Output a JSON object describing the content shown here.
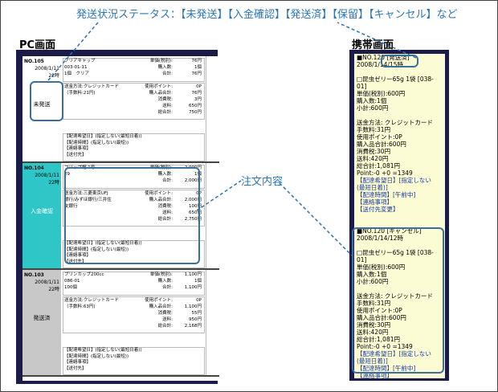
{
  "annotation": {
    "top_caption": "発送状況ステータス：【未発送】【入金確認】【発送済】【保留】【キャンセル】など",
    "pc_title": "PC画面",
    "mobile_title": "携帯画面",
    "order_content_label": "注文内容"
  },
  "colors": {
    "status_pending": "#ffffff",
    "status_paid": "#2ec6c6",
    "status_shipped": "#c8c8c8",
    "frame": "#1b1b4a",
    "mobile_bg": "#fbfbd4",
    "annotation_blue": "#2b74b6"
  },
  "pc_orders": [
    {
      "number": "NO.105",
      "date": "2008/1/11",
      "time": "22時",
      "status": "未発送",
      "status_color": "#ffffff",
      "product_lines": [
        "クリアキャップ",
        "003-01-11",
        "1個　クリア"
      ],
      "price_lines": [
        {
          "label": "単価(税別):",
          "value": "76円"
        },
        {
          "label": "購入数:",
          "value": "1個"
        },
        {
          "label": "合計:",
          "value": "76円"
        }
      ],
      "payment_lines": [
        "送金方法:クレジットカード",
        "（手数料:21円)"
      ],
      "total_lines": [
        {
          "label": "使用ポイント:",
          "value": "0P"
        },
        {
          "label": "購入品合計:",
          "value": "76円"
        },
        {
          "label": "消費税:",
          "value": "3円"
        },
        {
          "label": "送料:",
          "value": "650円"
        },
        {
          "label": "総合計:",
          "value": "750円"
        }
      ],
      "notes": [
        "【配達希望日】(指定しない(最短日着))",
        "【配達時間】(指定しない(最短))",
        "【連絡事項】",
        "【送付先】"
      ]
    },
    {
      "number": "NO.104",
      "date": "2008/1/11",
      "time": "22時",
      "status": "入金確認",
      "status_color": "#2ec6c6",
      "product_lines": [
        "フリップ帽 1号",
        "29"
      ],
      "price_lines": [
        {
          "label": "単価(税別):",
          "value": "2,000円"
        },
        {
          "label": "購入数:",
          "value": "1個"
        },
        {
          "label": "合計:",
          "value": "2,000円"
        }
      ],
      "payment_lines": [
        "送金方法:三菱東京UFJ",
        "銀行/みずほ銀行/三井住",
        "友銀行"
      ],
      "total_lines": [
        {
          "label": "使用ポイント:",
          "value": "0P"
        },
        {
          "label": "購入品合計:",
          "value": "2,000円"
        },
        {
          "label": "消費税:",
          "value": "100円"
        },
        {
          "label": "送料:",
          "value": "650円"
        },
        {
          "label": "総合計:",
          "value": "2,750円"
        }
      ],
      "notes": [
        "【配達希望日】(指定しない(最短日着))",
        "【配達時間】(指定しない(最短))",
        "【連絡事項】",
        "【送付先】"
      ]
    },
    {
      "number": "NO.103",
      "date": "2008/1/11",
      "time": "22時",
      "status": "発送済",
      "status_color": "#c8c8c8",
      "product_lines": [
        "プリンカップ200cc",
        "086-01",
        "100個"
      ],
      "price_lines": [
        {
          "label": "単価(税別):",
          "value": "1,100円"
        },
        {
          "label": "購入数:",
          "value": "1個"
        },
        {
          "label": "合計:",
          "value": "1,100円"
        }
      ],
      "payment_lines": [
        "送金方法:クレジットカード",
        "（手数料:63円)"
      ],
      "total_lines": [
        {
          "label": "使用ポイント:",
          "value": "0P"
        },
        {
          "label": "購入品合計:",
          "value": "1,100円"
        },
        {
          "label": "消費税:",
          "value": "55円"
        },
        {
          "label": "送料:",
          "value": "950円"
        },
        {
          "label": "総合計:",
          "value": "2,168円"
        }
      ],
      "notes": [
        "【配達希望日】(指定しない(最短日着))",
        "【配達時間】(指定しない(最短))",
        "【連絡事項】",
        "【送付先】"
      ]
    }
  ],
  "mobile_orders": [
    {
      "header": "■NO.120 [発送済]",
      "date": "2008/1/14/15時",
      "item_lines": [
        "□昆虫ゼリー65g 1袋 [038-",
        "01]",
        "単価(税別):600円",
        "購入数:1個",
        "小計:600円"
      ],
      "pay_lines": [
        "送金方法: クレジットカード",
        "手数料:31円",
        "使用ポイント:0P",
        "購入品合計:600円",
        "消費税:30円",
        "送料:420円",
        "総合計:1,081円",
        "Point:-0 +0 =1349"
      ],
      "link_lines": [
        "【配達希望日】[指定しない",
        "(最短日着)]",
        "【配達時間】[午前中]",
        "【連絡事項】",
        "【送付先変更】"
      ]
    },
    {
      "header": "■NO.120 [キャンセル]",
      "date": "2008/1/14/12時",
      "item_lines": [
        "□昆虫ゼリー65g 1袋 [038-",
        "01]",
        "単価(税別):600円",
        "購入数:1個",
        "小計:600円"
      ],
      "pay_lines": [
        "送金方法: クレジットカード",
        "手数料:31円",
        "使用ポイント:0P",
        "購入品合計:600円",
        "消費税:30円",
        "送料:420円",
        "総合計:1,081円",
        "Point:-0 +0 =1349"
      ],
      "link_lines": [
        "【配達希望日】[指定しない",
        "(最短日着)]",
        "【配達時間】[午前中]",
        "【連絡事項】"
      ]
    }
  ]
}
